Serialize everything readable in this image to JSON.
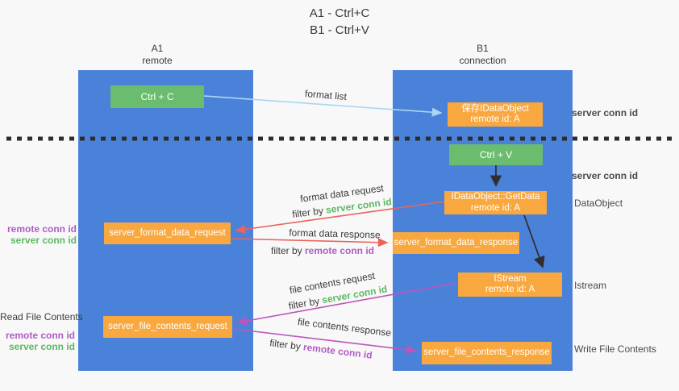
{
  "title": {
    "line1": "A1 - Ctrl+C",
    "line2": "B1 - Ctrl+V"
  },
  "columns": {
    "a1": {
      "id": "A1",
      "role": "remote"
    },
    "b1": {
      "id": "B1",
      "role": "connection"
    }
  },
  "nodes": {
    "ctrl_c": {
      "label": "Ctrl + C"
    },
    "save_dataobject": {
      "line1": "保存IDataObject",
      "line2": "remote id: A"
    },
    "ctrl_v": {
      "label": "Ctrl + V"
    },
    "getdata": {
      "line1": "IDataObject::GetData",
      "line2": "remote id: A"
    },
    "format_request": {
      "label": "server_format_data_request"
    },
    "format_response": {
      "label": "server_format_data_response"
    },
    "istream": {
      "line1": "IStream",
      "line2": "remote id: A"
    },
    "file_request": {
      "label": "server_file_contents_request"
    },
    "file_response": {
      "label": "server_file_contents_response"
    }
  },
  "arrows": {
    "format_list": {
      "label": "format list"
    },
    "format_data_request": {
      "label": "format data request",
      "filter_prefix": "filter by ",
      "filter_key": "server conn id"
    },
    "format_data_response": {
      "label": "format data response",
      "filter_prefix": "filter by ",
      "filter_key": "remote conn id"
    },
    "file_contents_request": {
      "label": "file contents request",
      "filter_prefix": "filter by ",
      "filter_key": "server conn id"
    },
    "file_contents_response": {
      "label": "file contents response",
      "filter_prefix": "filter by ",
      "filter_key": "remote conn id"
    }
  },
  "side_labels": {
    "left_group1": {
      "line1": "remote conn id",
      "line2": "server conn id"
    },
    "read_file": "Read File Contents",
    "left_group2": {
      "line1": "remote conn id",
      "line2": "server conn id"
    },
    "right_server_conn_top": "server conn id",
    "right_server_conn_mid": "server conn id",
    "dataobject": "DataObject",
    "istream": "Istream",
    "write_file": "Write File Contents"
  },
  "colors": {
    "column_blue": "#4b82d9",
    "action_green": "#6abd6e",
    "message_orange": "#f8a83e",
    "conn_id_green": "#5cb862",
    "conn_id_purple": "#b05cc5",
    "arrow_red": "#e8645c",
    "arrow_magenta": "#bd54bc",
    "arrow_lightblue": "#aad6f3",
    "arrow_black": "#2f2f2f"
  }
}
